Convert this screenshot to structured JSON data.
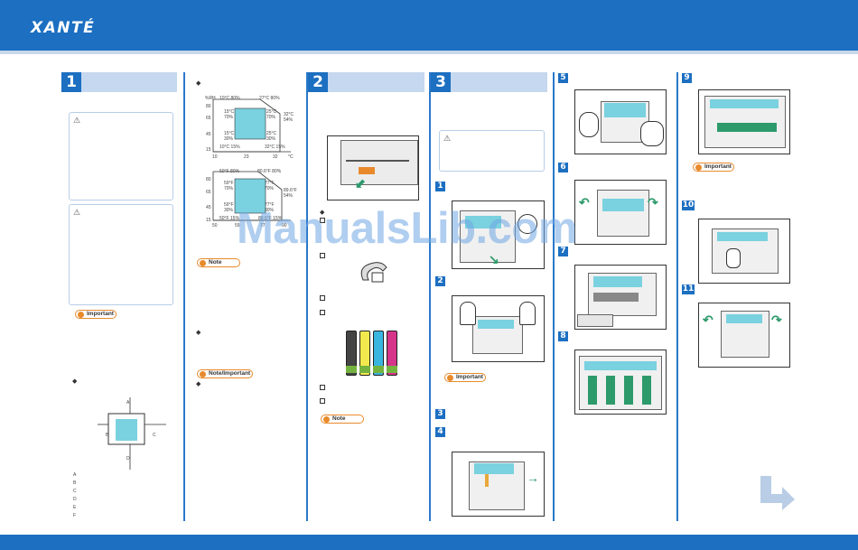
{
  "header": {
    "logo": "XANTÉ"
  },
  "sections": [
    {
      "number": "1"
    },
    {
      "number": "2"
    },
    {
      "number": "3"
    }
  ],
  "steps": [
    "1",
    "2",
    "3",
    "4",
    "5",
    "6",
    "7",
    "8",
    "9",
    "10",
    "11"
  ],
  "labels": {
    "important": "Important",
    "note": "Note",
    "note_important": "Note/Important",
    "warning_symbol": "⚠"
  },
  "env_chart_1": {
    "y_unit": "%RH",
    "y_ticks": [
      "80",
      "65",
      "45",
      "15"
    ],
    "x_ticks": [
      "10",
      "23",
      "32",
      "°C"
    ],
    "corners": {
      "tl": "10°C 80%",
      "tr": "27°C 80%",
      "br_top": "32°C",
      "br_bottom": "54%",
      "bl": "10°C 15%",
      "br": "32°C 15%"
    },
    "inner": {
      "tl_a": "15°C",
      "tl_b": "70%",
      "tr_a": "25°C",
      "tr_b": "70%",
      "bl_a": "15°C",
      "bl_b": "30%",
      "br_a": "25°C",
      "br_b": "30%"
    }
  },
  "env_chart_2": {
    "y_ticks": [
      "80",
      "65",
      "45",
      "15"
    ],
    "x_ticks": [
      "50",
      "59",
      "77",
      "90"
    ],
    "corners": {
      "tl": "50°F 80%",
      "tr": "80.6°F 80%",
      "r_a": "89.6°F",
      "r_b": "54%",
      "bl": "50°F 15%",
      "br": "89.6°F 15%"
    },
    "inner": {
      "tl_a": "59°F",
      "tl_b": "70%",
      "tr_a": "77°F",
      "tr_b": "70%",
      "bl_a": "59°F",
      "bl_b": "30%",
      "br_a": "77°F",
      "br_b": "30%"
    }
  },
  "clearance_labels": [
    "A",
    "B",
    "C",
    "D",
    "E",
    "F"
  ],
  "watermark": "ManualsLib.com"
}
